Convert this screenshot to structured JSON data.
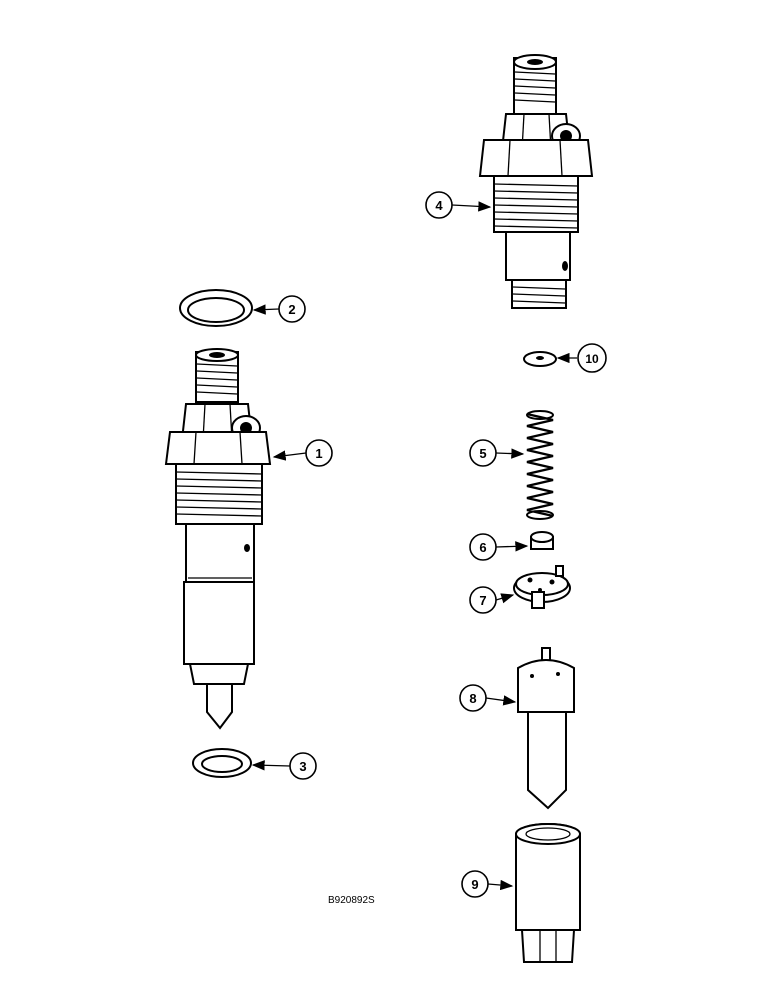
{
  "figure_id": "B920892S",
  "callouts": [
    {
      "key": "c1",
      "label": "1"
    },
    {
      "key": "c2",
      "label": "2"
    },
    {
      "key": "c3",
      "label": "3"
    },
    {
      "key": "c4",
      "label": "4"
    },
    {
      "key": "c5",
      "label": "5"
    },
    {
      "key": "c6",
      "label": "6"
    },
    {
      "key": "c7",
      "label": "7"
    },
    {
      "key": "c8",
      "label": "8"
    },
    {
      "key": "c9",
      "label": "9"
    },
    {
      "key": "c10",
      "label": "10"
    }
  ]
}
